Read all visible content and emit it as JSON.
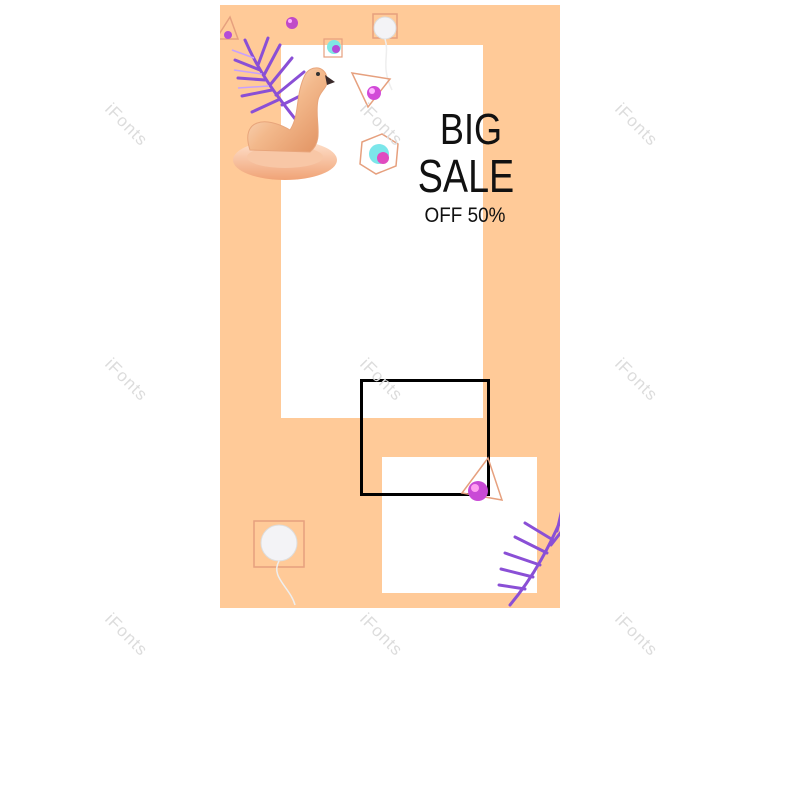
{
  "poster": {
    "headline_line1": "BIG",
    "headline_line2": "SALE",
    "offer": "OFF 50%",
    "background_color": "#ffca98",
    "accent_color": "#9b5de5"
  },
  "watermark": {
    "text": "iFonts"
  },
  "decorations": {
    "icons": [
      "flamingo-float-icon",
      "palm-leaf-icon",
      "balloon-icon",
      "glass-cube-icon",
      "triangle-frame-icon",
      "orb-icon"
    ]
  }
}
